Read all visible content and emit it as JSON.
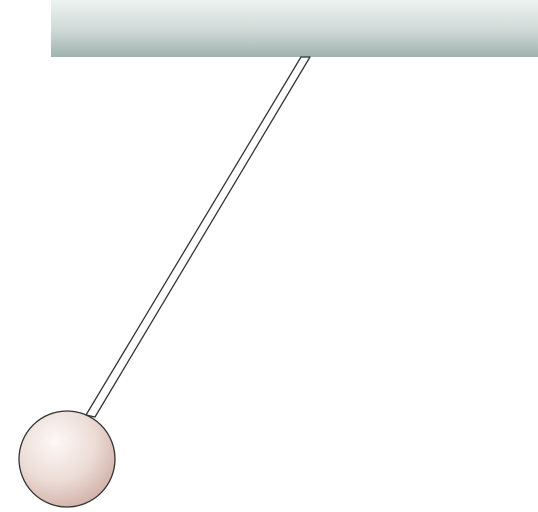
{
  "diagram": {
    "type": "pendulum",
    "elements": [
      "ceiling-support",
      "rod",
      "bob"
    ]
  },
  "colors": {
    "background": "#ffffff",
    "ceiling_light": "#e8eeec",
    "ceiling_dark": "#a9bab5",
    "outline": "#333333",
    "bob_light": "#fbf5f2",
    "bob_mid": "#ead8d2",
    "bob_dark": "#c9a79f"
  }
}
